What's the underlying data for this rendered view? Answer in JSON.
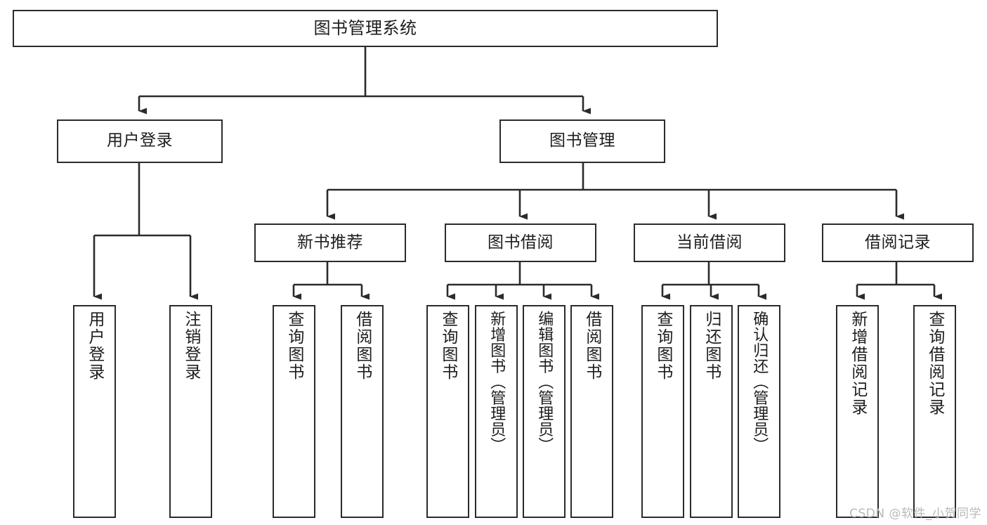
{
  "diagram": {
    "title": "图书管理系统",
    "type": "tree-hierarchy-chart",
    "watermark": "CSDN @软件_小贺同学",
    "line_color": "#2b2b2b",
    "box_fill": "#ffffff",
    "text_color": "#1d1d1d",
    "root": {
      "label": "图书管理系统"
    },
    "level2": [
      {
        "label": "用户登录"
      },
      {
        "label": "图书管理"
      }
    ],
    "level3": [
      {
        "label": "新书推荐"
      },
      {
        "label": "图书借阅"
      },
      {
        "label": "当前借阅"
      },
      {
        "label": "借阅记录"
      }
    ],
    "leaves": {
      "user_login": [
        {
          "label": "用户登录"
        },
        {
          "label": "注销登录"
        }
      ],
      "new_book_recommend": [
        {
          "label": "查询图书"
        },
        {
          "label": "借阅图书"
        }
      ],
      "book_borrow": [
        {
          "label": "查询图书"
        },
        {
          "label": "新增图书（管理员）"
        },
        {
          "label": "编辑图书（管理员）"
        },
        {
          "label": "借阅图书"
        }
      ],
      "current_borrow": [
        {
          "label": "查询图书"
        },
        {
          "label": "归还图书"
        },
        {
          "label": "确认归还（管理员）"
        }
      ],
      "borrow_records": [
        {
          "label": "新增借阅记录"
        },
        {
          "label": "查询借阅记录"
        }
      ]
    }
  }
}
